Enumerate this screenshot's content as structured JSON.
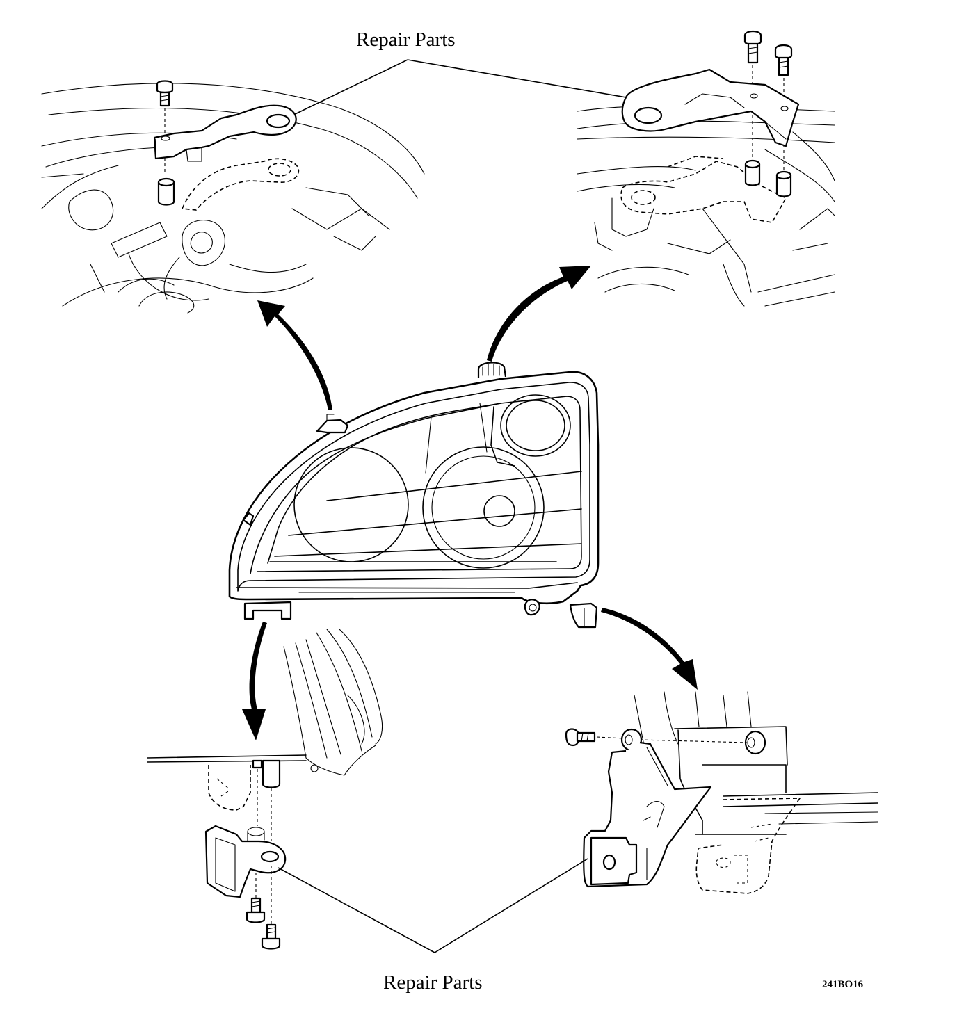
{
  "labels": {
    "top_callout": "Repair Parts",
    "bottom_callout": "Repair Parts",
    "figure_code": "241BO16"
  }
}
